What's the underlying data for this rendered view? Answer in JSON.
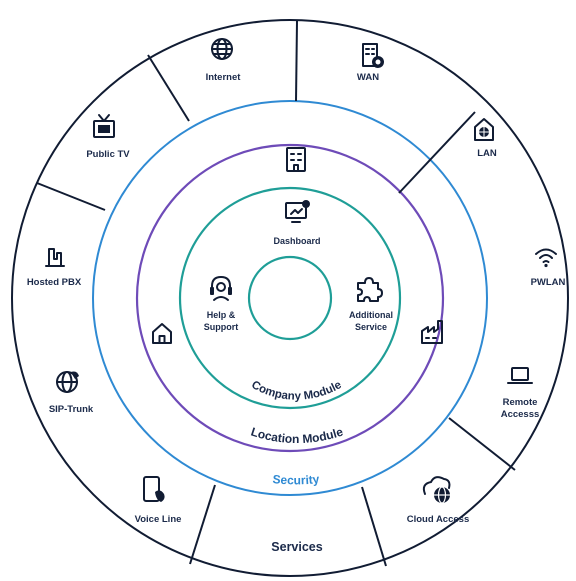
{
  "center": {
    "labels": {
      "dashboard": "Dashboard",
      "help_1": "Help &",
      "help_2": "Support",
      "additional_1": "Additional",
      "additional_2": "Service"
    }
  },
  "rings": {
    "company": "Company Module",
    "location": "Location Module",
    "security": "Security",
    "services": "Services"
  },
  "services": {
    "internet": "Internet",
    "wan": "WAN",
    "lan": "LAN",
    "pwlan": "PWLAN",
    "remote_1": "Remote",
    "remote_2": "Accesss",
    "cloud": "Cloud Access",
    "voice": "Voice Line",
    "sip": "SIP-Trunk",
    "pbx": "Hosted PBX",
    "tv": "Public TV"
  },
  "colors": {
    "outer_ring": "#111c33",
    "security_ring": "#2f8ad3",
    "location_ring": "#6e4bb8",
    "company_ring": "#1f9e97",
    "core_ring": "#1f9e97",
    "label_text": "#1b2a4a"
  },
  "icons": {
    "dashboard": "dashboard-screen-icon",
    "help": "headset-icon",
    "additional": "puzzle-icon",
    "company": "office-building-icon",
    "home": "house-icon",
    "factory": "factory-icon",
    "internet": "globe-icon",
    "wan": "building-network-icon",
    "lan": "house-network-icon",
    "pwlan": "wifi-icon",
    "remote": "laptop-icon",
    "cloud": "cloud-globe-icon",
    "voice": "phone-icon",
    "sip": "globe-phone-icon",
    "pbx": "pbx-icon",
    "tv": "tv-icon"
  }
}
